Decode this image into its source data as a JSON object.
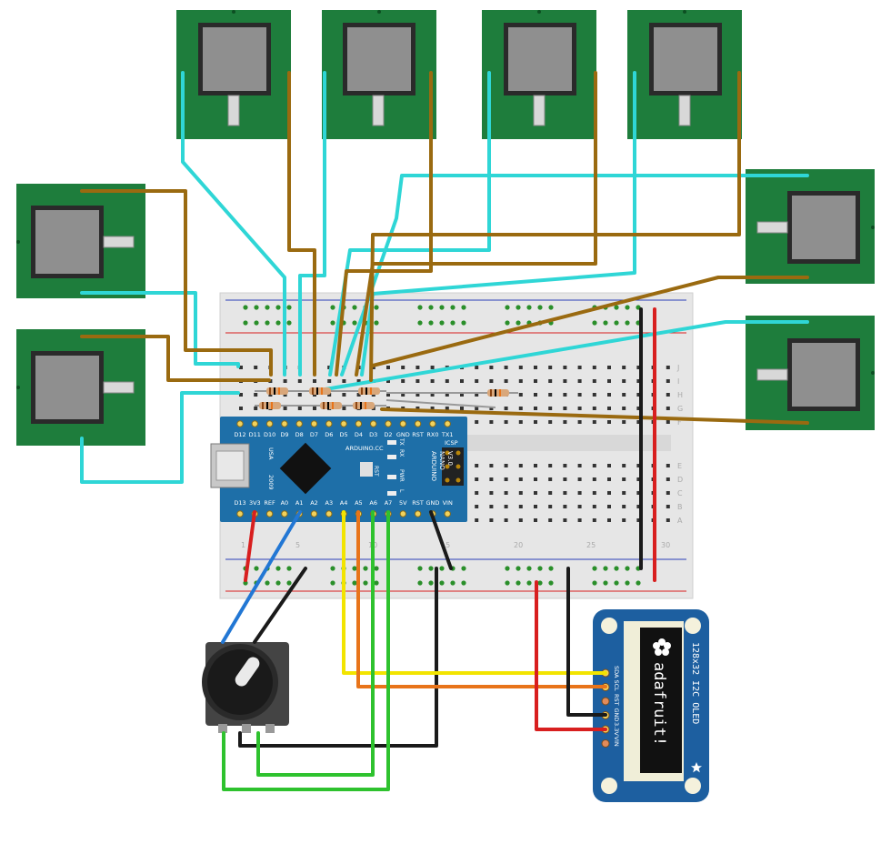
{
  "arduino": {
    "top_pins": [
      "D12",
      "D11",
      "D10",
      "D9",
      "D8",
      "D7",
      "D6",
      "D5",
      "D4",
      "D3",
      "D2",
      "GND",
      "RST",
      "RX0",
      "TX1"
    ],
    "bottom_pins": [
      "D13",
      "3V3",
      "REF",
      "A0",
      "A1",
      "A2",
      "A3",
      "A4",
      "A5",
      "A6",
      "A7",
      "5V",
      "RST",
      "GND",
      "VIN"
    ],
    "brand": "ARDUINO.CC",
    "model_line1": "ARDUINO",
    "model_line2": "NANO",
    "model_line3": "V3.0",
    "icsp": "ICSP",
    "usa": "USA",
    "year": "2009",
    "rst": "RST",
    "pwr": "PWR",
    "tx": "TX",
    "rx": "RX",
    "l": "L"
  },
  "oled": {
    "brand": "adafruit!",
    "title": "128x32 I2C OLED",
    "pins": [
      "SDA",
      "SCL",
      "RST",
      "GND",
      "3.3V",
      "VIN"
    ]
  },
  "breadboard": {
    "row_letters_top": [
      "J",
      "I",
      "H",
      "G",
      "F"
    ],
    "row_letters_bottom": [
      "E",
      "D",
      "C",
      "B",
      "A"
    ],
    "col_numbers": [
      "1",
      "5",
      "10",
      "15",
      "20",
      "25",
      "30"
    ]
  },
  "colors": {
    "pcb_green": "#1e7d3c",
    "wire_cyan": "#2fd6d6",
    "wire_brown": "#9a6a10",
    "wire_red": "#d81f1f",
    "wire_black": "#1a1a1a",
    "wire_blue": "#2277d4",
    "wire_yellow": "#f2e400",
    "wire_orange": "#e8741a",
    "wire_green": "#2ec22e",
    "arduino_blue": "#1e6fa8",
    "oled_blue": "#1d5fa0"
  }
}
